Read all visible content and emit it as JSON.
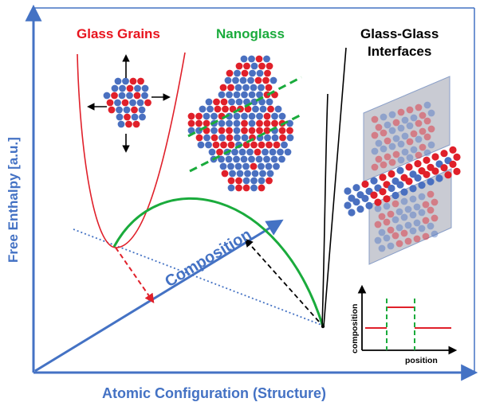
{
  "labels": {
    "glass_grains": "Glass Grains",
    "nanoglass": "Nanoglass",
    "interfaces_line1": "Glass-Glass",
    "interfaces_line2": "Interfaces",
    "composition": "Composition",
    "y_axis": "Free Enthalpy [a.u.]",
    "x_axis": "Atomic Configuration (Structure)",
    "inset_y": "composition",
    "inset_x": "position"
  },
  "colors": {
    "axis_blue": "#4472c4",
    "atom_blue": "#4a70c0",
    "atom_red": "#e0202a",
    "curve_red": "#e0202a",
    "curve_green": "#1aab3c",
    "title_red": "#e8141e",
    "title_green": "#1aab3c",
    "title_black": "#000000",
    "plane_gray": "#c9cbd3"
  }
}
